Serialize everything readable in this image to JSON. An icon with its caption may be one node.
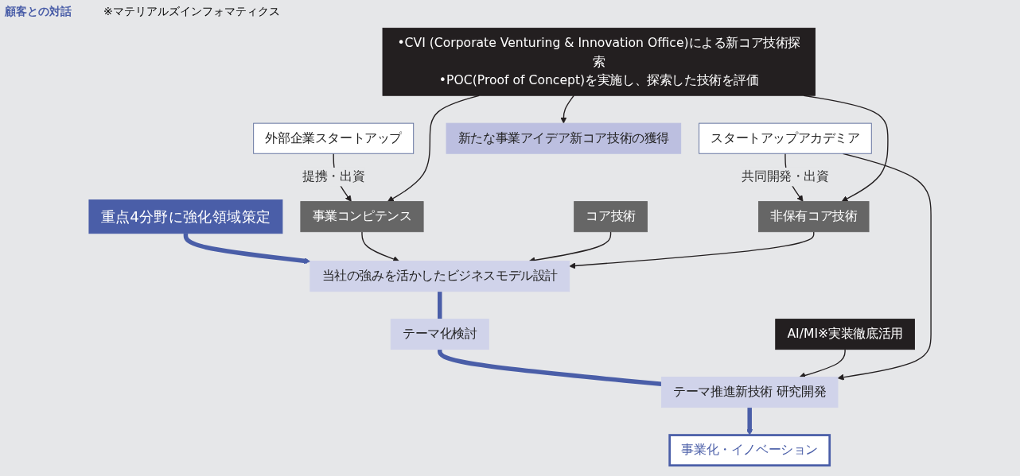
{
  "diagram": {
    "nodes": [
      {
        "text": [
          "重点4分野に強化領域策定"
        ]
      },
      {
        "text": [
          "事業コンピテンス"
        ]
      },
      {
        "text": [
          "当社の強みを活かしたビジネスモデル設計"
        ]
      },
      {
        "text": [
          "コア技術"
        ]
      },
      {
        "text": [
          "非保有コア技術"
        ]
      },
      {
        "text": [
          "テーマ化検討"
        ]
      },
      {
        "text": [
          "外部企業スタートアップ"
        ]
      },
      {
        "text": [
          "スタートアップアカデミア"
        ]
      },
      {
        "text": [
          "テーマ推進新技術 研究開発"
        ]
      },
      {
        "text": [
          "AI/MI※実装徹底活用"
        ]
      },
      {
        "text": [
          "事業化・イノベーション"
        ]
      },
      {
        "text": [
          "新たな事業アイデア新コア技術の獲得"
        ]
      },
      {
        "text": [
          "•CVI (Corporate Venturing & Innovation Office)による新コア技術探索",
          "•POC(Proof of Concept)を実施し、探索した技術を評価"
        ]
      }
    ],
    "edges": [
      {
        "from": 0,
        "to": 2,
        "arrow": "to",
        "style": "thick",
        "color": "#4a5ea8"
      },
      {
        "from": 1,
        "to": 2,
        "arrow": "to"
      },
      {
        "from": 3,
        "to": 2,
        "arrow": "to"
      },
      {
        "from": 4,
        "to": 2,
        "arrow": "to"
      },
      {
        "from": 2,
        "to": 5,
        "arrow": "none",
        "style": "thick",
        "color": "#4a5ea8"
      },
      {
        "from": 5,
        "to": 8,
        "arrow": "none",
        "style": "thick",
        "color": "#4a5ea8"
      },
      {
        "from": 6,
        "to": 1,
        "arrow": "to",
        "label": "提携・出資"
      },
      {
        "from": 9,
        "to": 8,
        "arrow": "to"
      },
      {
        "from": 7,
        "to": 8,
        "arrow": "to"
      },
      {
        "from": 7,
        "to": 4,
        "arrow": "to",
        "label": "共同開発・出資"
      },
      {
        "from": 8,
        "to": 10,
        "arrow": "to",
        "style": "thick",
        "color": "#4a5ea8"
      },
      {
        "from": 12,
        "to": 1,
        "arrow": "to"
      },
      {
        "from": 12,
        "to": 4,
        "arrow": "to"
      },
      {
        "from": 12,
        "to": 11,
        "arrow": "to"
      }
    ],
    "labels": [
      "顧客との対話",
      "※マテリアルズインフォマティクス"
    ]
  }
}
